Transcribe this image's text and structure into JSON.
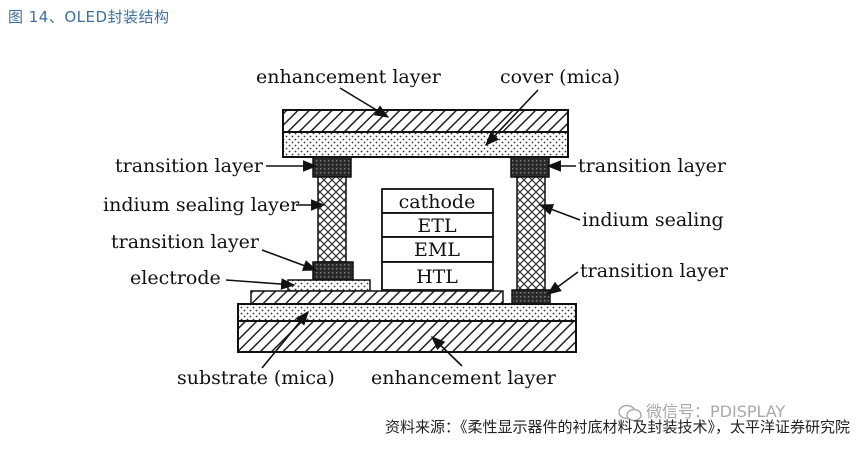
{
  "figure": {
    "title": "图 14、OLED封装结构",
    "source": "资料来源：《柔性显示器件的衬底材料及封装技术》，太平洋证券研究院"
  },
  "labels": {
    "enhancement_top": "enhancement layer",
    "cover": "cover (mica)",
    "transition_left_top": "transition layer",
    "transition_right_top": "transition layer",
    "indium_left": "indium sealing layer",
    "indium_right": "indium sealing",
    "transition_left_bottom": "transition layer",
    "transition_right_bottom": "transition layer",
    "electrode": "electrode",
    "substrate": "substrate (mica)",
    "enhancement_bottom": "enhancement layer"
  },
  "stack": {
    "cathode": "cathode",
    "etl": "ETL",
    "eml": "EML",
    "htl": "HTL"
  },
  "watermark": {
    "text": "微信号：PDISPLAY"
  },
  "colors": {
    "title": "#3f6f9e",
    "line": "#111111",
    "dark_block": "#2a2a2a"
  }
}
